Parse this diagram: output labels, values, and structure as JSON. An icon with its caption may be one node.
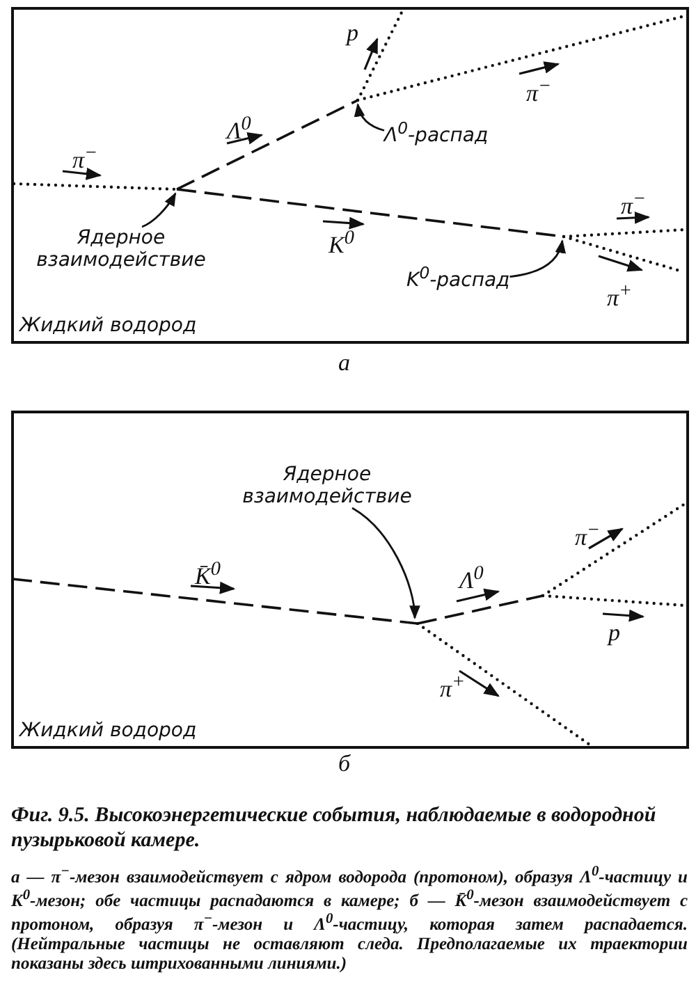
{
  "diagram": {
    "caption": "Фиг. 9.5. Высокоэнергетические события, наблюдаемые в водородной пузырьковой камере.",
    "nodes": [
      {
        "text": [
          "Жидкий водород"
        ],
        "beside": [
          "а"
        ]
      },
      {
        "text": [
          "Ядерное взаимодействие"
        ],
        "in": 0
      },
      {
        "text": [
          "Λ$^{0}$-распад"
        ],
        "in": 0
      },
      {
        "text": [
          "K$^{0}$-распад"
        ],
        "in": 0
      },
      {
        "text": [
          "Жидкий водород"
        ],
        "beside": [
          "б"
        ]
      },
      {
        "text": [
          "Ядерное взаимодействие"
        ],
        "in": 4
      }
    ],
    "edges": [
      {
        "from": 1,
        "to": null,
        "arrow": "to"
      },
      {
        "from": 2,
        "to": null,
        "arrow": "to"
      },
      {
        "from": 3,
        "to": null,
        "arrow": "to"
      },
      {
        "from": 5,
        "to": null,
        "arrow": "to"
      }
    ],
    "labels": [
      "π$^{−}$",
      "Λ$^{0}$",
      "p",
      "π$^{−}$",
      "K$^{0}$",
      "π$^{−}$",
      "π$^{+}$",
      "K̄$^{0}$",
      "Λ$^{0}$",
      "π$^{−}$",
      "p",
      "π$^{+}$",
      "а — π$^{−}$-мезон взаимодействует с ядром водорода (протоном), образуя Λ$^{0}$-частицу и K$^{0}$-мезон; обе частицы распадаются в камере; б — K̄$^{0}$-мезон взаимодействует с протоном, образуя π$^{−}$-мезон и Λ$^{0}$-частицу, которая затем распадается. (Нейтральные частицы не оставляют следа. Предполагаемые их траектории показаны здесь штрихованными линиями.)"
    ]
  }
}
